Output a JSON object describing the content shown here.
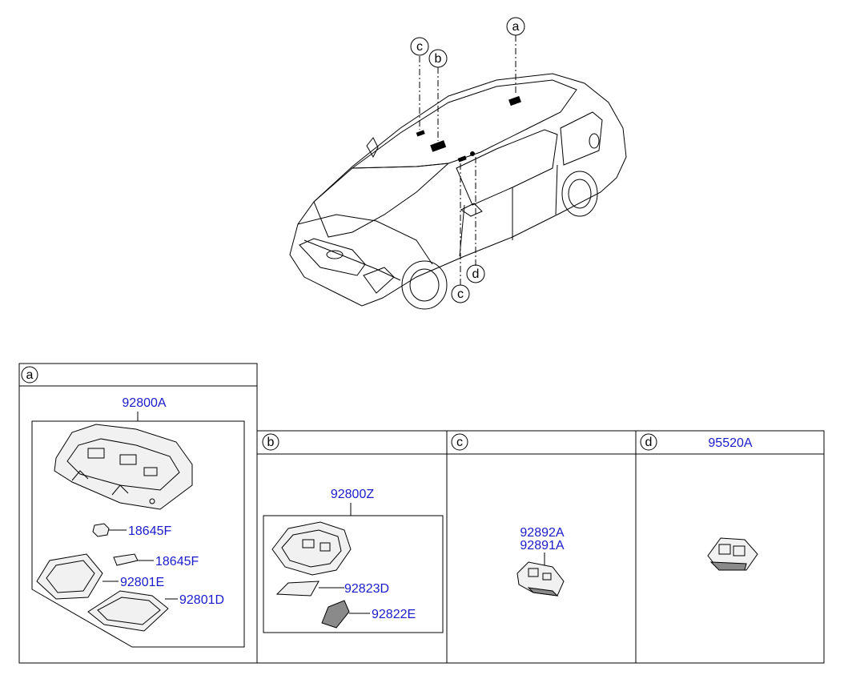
{
  "callouts": {
    "top_a": "a",
    "top_b": "b",
    "top_c_upper": "c",
    "top_c_lower": "c",
    "top_d": "d"
  },
  "panels": {
    "a": {
      "letter": "a",
      "main_part": "92800A",
      "parts": [
        "18645F",
        "18645F",
        "92801E",
        "92801D"
      ]
    },
    "b": {
      "letter": "b",
      "main_part": "92800Z",
      "parts": [
        "92823D",
        "92822E"
      ]
    },
    "c": {
      "letter": "c",
      "parts": [
        "92892A",
        "92891A"
      ]
    },
    "d": {
      "letter": "d",
      "header_part": "95520A"
    }
  },
  "colors": {
    "part_number": "#1a1acd",
    "line": "#000000"
  }
}
